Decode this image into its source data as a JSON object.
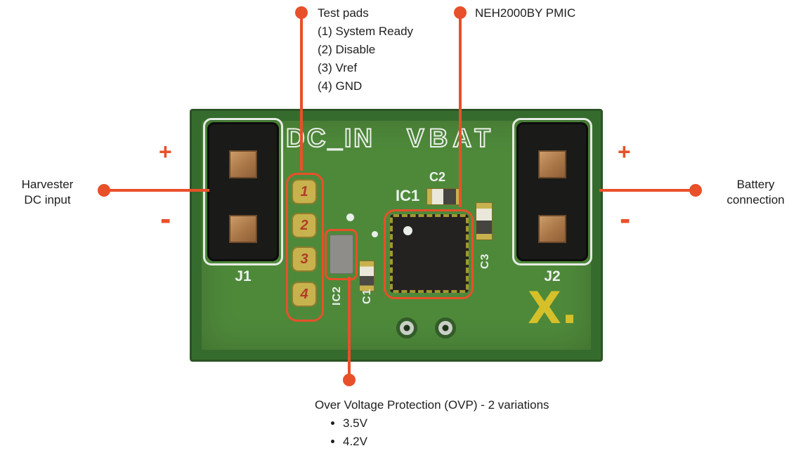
{
  "colors": {
    "callout_orange": "#e8502a",
    "pcb_green": "#4e893a",
    "pad_gold": "#c7b24e",
    "copper_pad": "#a97647",
    "logo_yellow": "#d6c02a",
    "test_pad_number_red": "#b23b28"
  },
  "callouts": {
    "test_pads": {
      "title": "Test pads",
      "items": [
        "(1) System Ready",
        "(2) Disable",
        "(3) Vref",
        "(4) GND"
      ]
    },
    "pmic": {
      "label": "NEH2000BY PMIC"
    },
    "harvester": {
      "label": "Harvester\nDC input",
      "plus": "+",
      "minus": "-"
    },
    "battery": {
      "label": "Battery\nconnection",
      "plus": "+",
      "minus": "-"
    },
    "ovp": {
      "title": "Over Voltage Protection (OVP) - 2 variations",
      "items": [
        "3.5V",
        "4.2V"
      ]
    }
  },
  "board": {
    "silkscreen": {
      "dc_in": "DC_IN",
      "vbat": "VBAT"
    },
    "connectors": {
      "j1": "J1",
      "j2": "J2"
    },
    "components": {
      "ic1": "IC1",
      "ic2": "IC2",
      "c1": "C1",
      "c2": "C2",
      "c3": "C3"
    },
    "test_pads": [
      "1",
      "2",
      "3",
      "4"
    ],
    "logo": "X."
  }
}
